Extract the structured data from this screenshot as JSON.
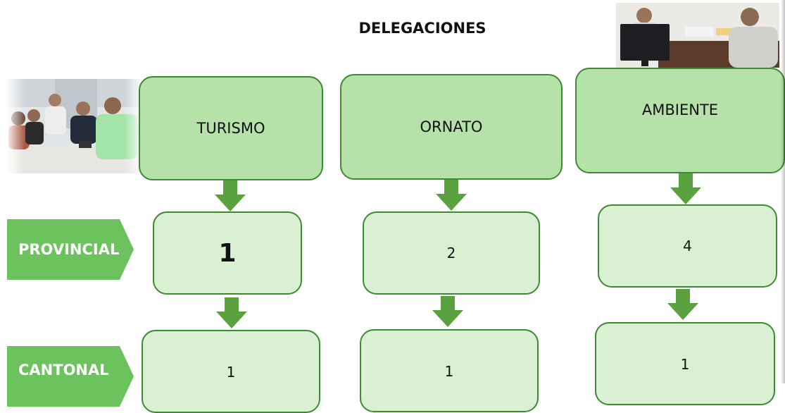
{
  "title": "DELEGACIONES",
  "categories": [
    {
      "name": "TURISMO",
      "provincial": "1",
      "cantonal": "1"
    },
    {
      "name": "ORNATO",
      "provincial": "2",
      "cantonal": "1"
    },
    {
      "name": "AMBIENTE",
      "provincial": "4",
      "cantonal": "1"
    }
  ],
  "row_labels": {
    "provincial": "PROVINCIAL",
    "cantonal": "CANTONAL"
  },
  "colors": {
    "category_fill": "#b5e2a8",
    "value_fill": "#daf0d2",
    "border": "#3d8a33",
    "arrow": "#5aa23f",
    "label_fill": "#6cc35d"
  }
}
